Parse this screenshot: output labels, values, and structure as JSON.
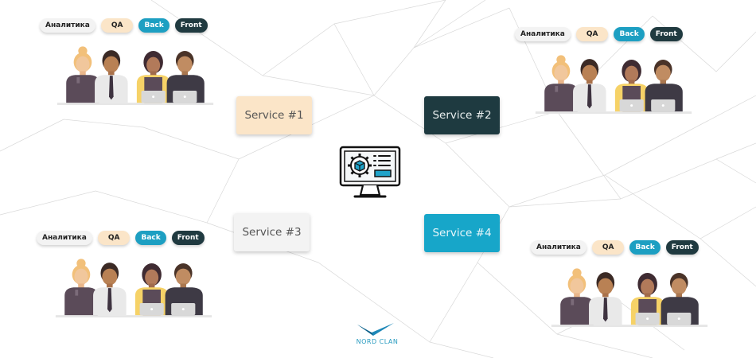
{
  "colors": {
    "analytics": "#f3f3f3",
    "qa": "#fbe5c8",
    "back": "#1d9fc2",
    "front": "#203a40"
  },
  "teams": [
    {
      "id": "team-top-left",
      "tags": [
        "Аналитика",
        "QA",
        "Back",
        "Front"
      ]
    },
    {
      "id": "team-top-right",
      "tags": [
        "Аналитика",
        "QA",
        "Back",
        "Front"
      ]
    },
    {
      "id": "team-bottom-left",
      "tags": [
        "Аналитика",
        "QA",
        "Back",
        "Front"
      ]
    },
    {
      "id": "team-bottom-right",
      "tags": [
        "Аналитика",
        "QA",
        "Back",
        "Front"
      ]
    }
  ],
  "services": [
    "Service #1",
    "Service #2",
    "Service #3",
    "Service #4"
  ],
  "center_icon": "computer-gear-icon",
  "logo": {
    "text": "NORD CLAN",
    "icon": "bird-logo-icon"
  }
}
